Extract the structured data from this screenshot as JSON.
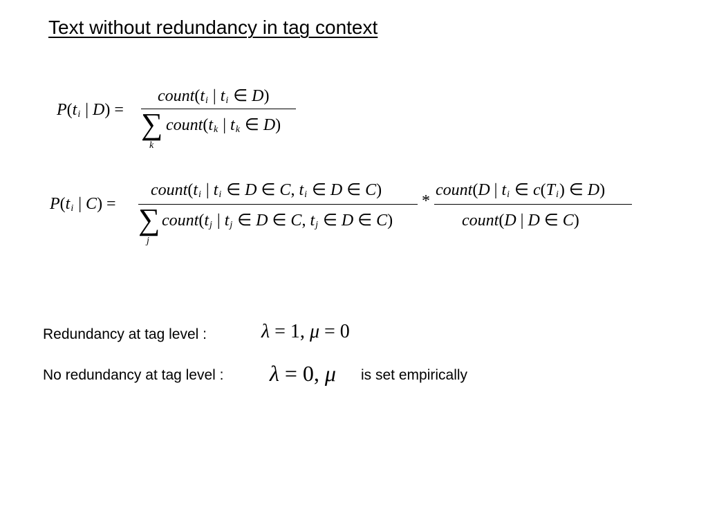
{
  "slide": {
    "title": "Text without redundancy in tag context"
  },
  "formula1": {
    "lhs": "P(ti | D) =",
    "numerator": "count(ti | ti ∈ D)",
    "sum_index": "k",
    "denominator": "count(tk | tk ∈ D)"
  },
  "formula2": {
    "lhs": "P(ti | C) =",
    "numerator1": "count(ti | ti ∈ D ∈ C, ti ∈ D ∈ C)",
    "sum_index": "j",
    "denominator1": "count(tj | tj ∈ D ∈ C, tj ∈ D ∈ C)",
    "times": "*",
    "numerator2": "count(D | ti ∈ c(Ti) ∈ D)",
    "denominator2": "count(D | D ∈ C)"
  },
  "conditions": [
    {
      "label": "Redundancy at tag level :",
      "math": "λ = 1, μ = 0",
      "suffix": ""
    },
    {
      "label": "No redundancy at tag level :",
      "math": "λ = 0, μ",
      "suffix": "is set empirically"
    }
  ]
}
